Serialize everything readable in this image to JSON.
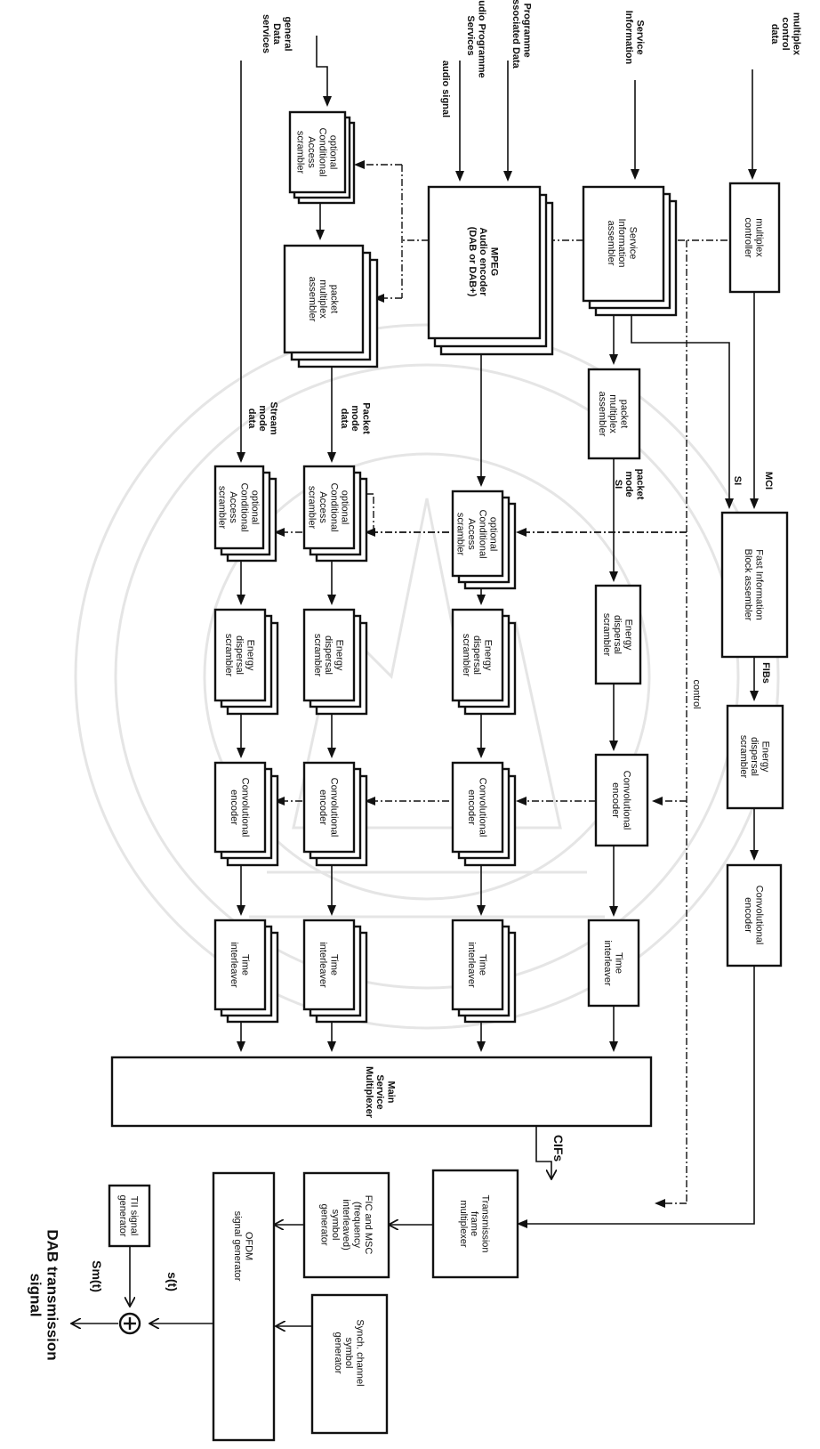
{
  "inputs": {
    "multiplex_control_data": "multiplex control data",
    "service_information": "Service Information",
    "programme_associated_data": "Programme Associated Data",
    "audio_programme_services": "Audio Programme Services",
    "audio_signal": "audio signal",
    "general_data_services": "general Data services"
  },
  "blocks": {
    "multiplex_controller": "multiplex controller",
    "si_assembler": "Service Information assembler",
    "mpeg_encoder": "MPEG Audio encoder (DAB or DAB+)",
    "ca_scrambler_top": "optional Conditional Access scrambler",
    "packet_mux_assembler": "packet multiplex assembler",
    "packet_mux_assembler_si": "packet multiplex assembler",
    "fib_assembler": "Fast Information Block assembler",
    "energy_fic": "Energy dispersal scrambler",
    "conv_fic": "Convolutional encoder",
    "ca_scrambler": "optional Conditional Access scrambler",
    "energy_scrambler": "Energy dispersal scrambler",
    "conv_encoder": "Convolutional encoder",
    "time_interleaver": "Time interleaver",
    "main_mux": "Main Service Multiplexer",
    "tx_frame_mux": "Transmission frame multiplexer",
    "fic_msc_gen": "FIC and MSC (frequency interleaved) symbol generator",
    "ofdm_gen": "OFDM signal generator",
    "synch_gen": "Synch. channel symbol generator",
    "tii_gen": "TII signal generator"
  },
  "signals": {
    "mci": "MCI",
    "si": "SI",
    "fibs": "FIBs",
    "packet_mode_si": "packet mode SI",
    "packet_mode_data": "Packet mode data",
    "stream_mode_data": "Stream mode data",
    "control": "control",
    "cifs": "CIFs",
    "s_t": "s(t)",
    "sm_t": "Sm(t)",
    "output": "DAB transmission signal"
  }
}
